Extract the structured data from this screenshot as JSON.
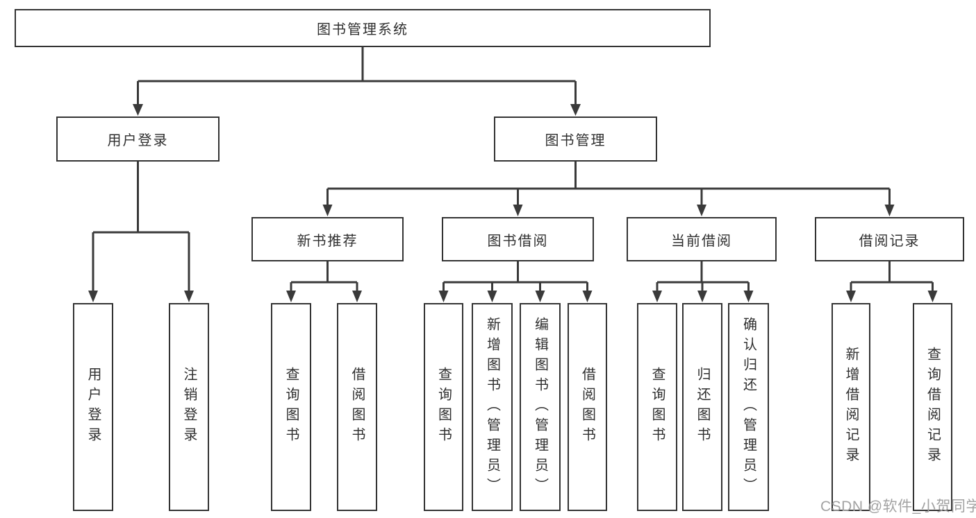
{
  "diagram": {
    "root": {
      "label": "图书管理系统",
      "children": [
        {
          "label": "用户登录",
          "children": [
            {
              "label": "用户登录"
            },
            {
              "label": "注销登录"
            }
          ]
        },
        {
          "label": "图书管理",
          "children": [
            {
              "label": "新书推荐",
              "children": [
                {
                  "label": "查询图书"
                },
                {
                  "label": "借阅图书"
                }
              ]
            },
            {
              "label": "图书借阅",
              "children": [
                {
                  "label": "查询图书"
                },
                {
                  "label": "新增图书（管理员）"
                },
                {
                  "label": "编辑图书（管理员）"
                },
                {
                  "label": "借阅图书"
                }
              ]
            },
            {
              "label": "当前借阅",
              "children": [
                {
                  "label": "查询图书"
                },
                {
                  "label": "归还图书"
                },
                {
                  "label": "确认归还（管理员）"
                }
              ]
            },
            {
              "label": "借阅记录",
              "children": [
                {
                  "label": "新增借阅记录"
                },
                {
                  "label": "查询借阅记录"
                }
              ]
            }
          ]
        }
      ]
    },
    "colors": {
      "line": "#3a3a3a",
      "border": "#333333",
      "text": "#2f2f2f",
      "background": "#ffffff"
    }
  },
  "watermark": {
    "text": "CSDN @软件_小贺同学",
    "color": "#a2a2a2"
  }
}
